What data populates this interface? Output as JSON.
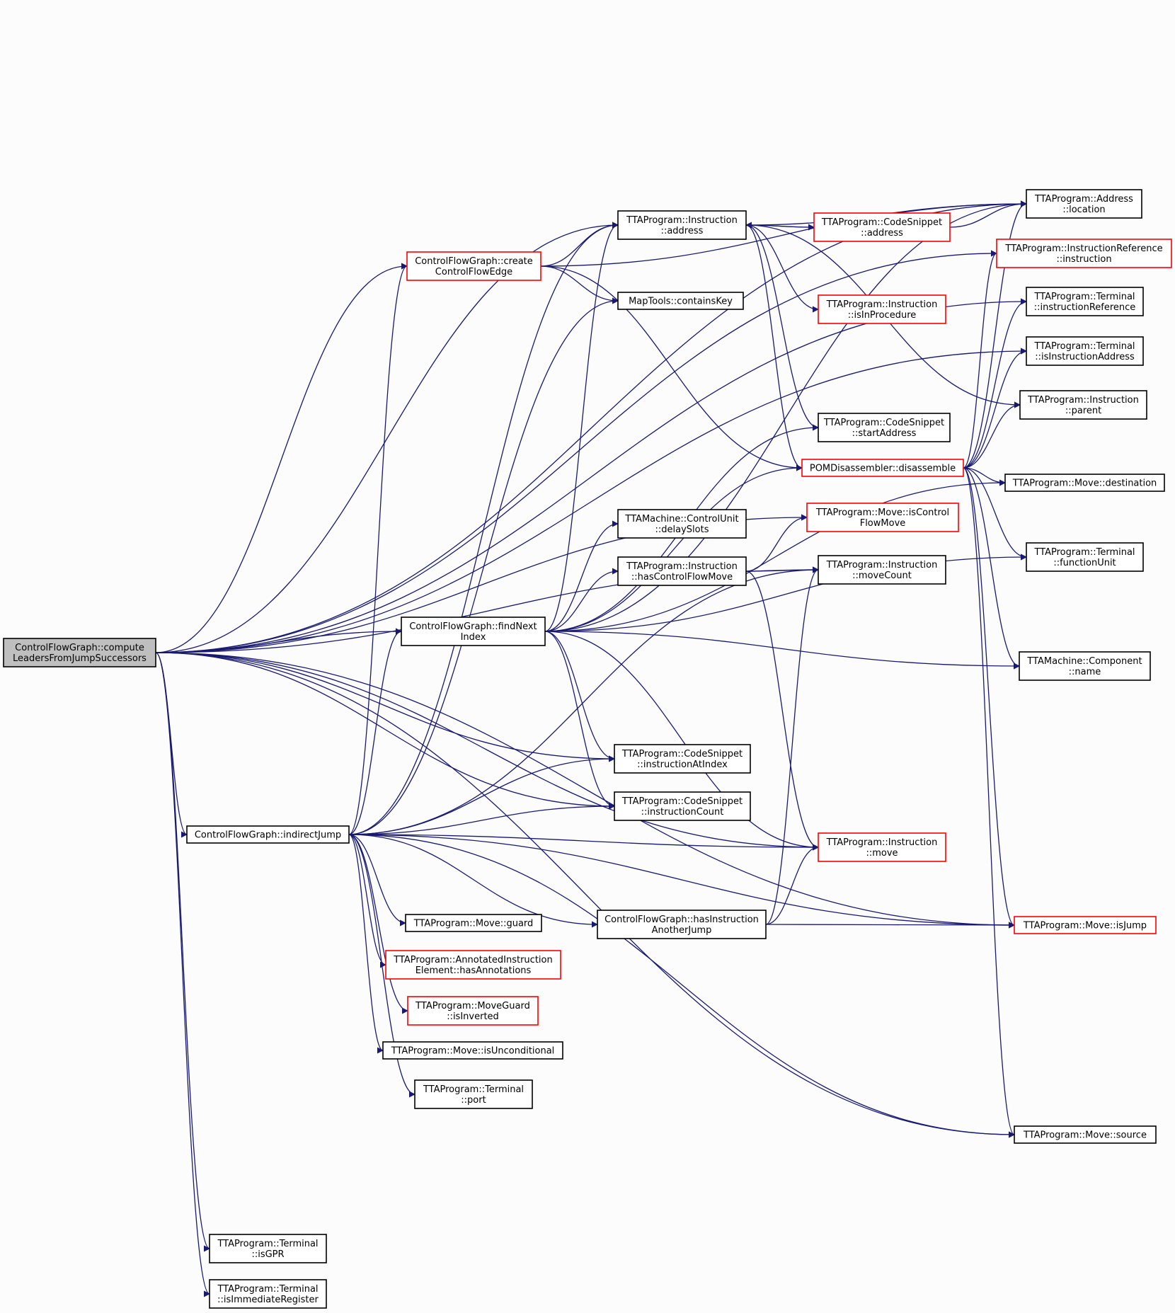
{
  "colors": {
    "background": "#fcfcfc",
    "edge": "#191970",
    "root_fill": "#bfbfbf",
    "node_fill": "#ffffff",
    "node_border": "#000000",
    "truncated_border": "#ff0000"
  },
  "nodes": [
    {
      "id": "root",
      "lines": [
        "ControlFlowGraph::compute",
        "LeadersFromJumpSuccessors"
      ],
      "style": "root"
    },
    {
      "id": "findNext",
      "lines": [
        "ControlFlowGraph::findNext",
        "Index"
      ],
      "style": "normal"
    },
    {
      "id": "createEdge",
      "lines": [
        "ControlFlowGraph::create",
        "ControlFlowEdge"
      ],
      "style": "truncated"
    },
    {
      "id": "indirectJump",
      "lines": [
        "ControlFlowGraph::indirectJump"
      ],
      "style": "normal"
    },
    {
      "id": "hasInstrJump",
      "lines": [
        "ControlFlowGraph::hasInstruction",
        "AnotherJump"
      ],
      "style": "normal"
    },
    {
      "id": "instrAddress",
      "lines": [
        "TTAProgram::Instruction",
        "::address"
      ],
      "style": "normal"
    },
    {
      "id": "containsKey",
      "lines": [
        "MapTools::containsKey"
      ],
      "style": "normal"
    },
    {
      "id": "delaySlots",
      "lines": [
        "TTAMachine::ControlUnit",
        "::delaySlots"
      ],
      "style": "normal"
    },
    {
      "id": "hasCFMove",
      "lines": [
        "TTAProgram::Instruction",
        "::hasControlFlowMove"
      ],
      "style": "normal"
    },
    {
      "id": "instrAtIndex",
      "lines": [
        "TTAProgram::CodeSnippet",
        "::instructionAtIndex"
      ],
      "style": "normal"
    },
    {
      "id": "instrCount",
      "lines": [
        "TTAProgram::CodeSnippet",
        "::instructionCount"
      ],
      "style": "normal"
    },
    {
      "id": "moveGuard",
      "lines": [
        "TTAProgram::Move::guard"
      ],
      "style": "normal"
    },
    {
      "id": "hasAnnotations",
      "lines": [
        "TTAProgram::AnnotatedInstruction",
        "Element::hasAnnotations"
      ],
      "style": "truncated"
    },
    {
      "id": "isInverted",
      "lines": [
        "TTAProgram::MoveGuard",
        "::isInverted"
      ],
      "style": "truncated"
    },
    {
      "id": "isUnconditional",
      "lines": [
        "TTAProgram::Move::isUnconditional"
      ],
      "style": "normal"
    },
    {
      "id": "port",
      "lines": [
        "TTAProgram::Terminal",
        "::port"
      ],
      "style": "normal"
    },
    {
      "id": "isGPR",
      "lines": [
        "TTAProgram::Terminal",
        "::isGPR"
      ],
      "style": "normal"
    },
    {
      "id": "isImmReg",
      "lines": [
        "TTAProgram::Terminal",
        "::isImmediateRegister"
      ],
      "style": "normal"
    },
    {
      "id": "csAddress",
      "lines": [
        "TTAProgram::CodeSnippet",
        "::address"
      ],
      "style": "truncated"
    },
    {
      "id": "isInProcedure",
      "lines": [
        "TTAProgram::Instruction",
        "::isInProcedure"
      ],
      "style": "truncated"
    },
    {
      "id": "startAddress",
      "lines": [
        "TTAProgram::CodeSnippet",
        "::startAddress"
      ],
      "style": "normal"
    },
    {
      "id": "disassemble",
      "lines": [
        "POMDisassembler::disassemble"
      ],
      "style": "truncated"
    },
    {
      "id": "isCFMove",
      "lines": [
        "TTAProgram::Move::isControl",
        "FlowMove"
      ],
      "style": "truncated"
    },
    {
      "id": "moveCount",
      "lines": [
        "TTAProgram::Instruction",
        "::moveCount"
      ],
      "style": "normal"
    },
    {
      "id": "instrMove",
      "lines": [
        "TTAProgram::Instruction",
        "::move"
      ],
      "style": "truncated"
    },
    {
      "id": "addrLocation",
      "lines": [
        "TTAProgram::Address",
        "::location"
      ],
      "style": "normal"
    },
    {
      "id": "instrRefInstr",
      "lines": [
        "TTAProgram::InstructionReference",
        "::instruction"
      ],
      "style": "truncated"
    },
    {
      "id": "termInstrRef",
      "lines": [
        "TTAProgram::Terminal",
        "::instructionReference"
      ],
      "style": "normal"
    },
    {
      "id": "termIsInstrAddr",
      "lines": [
        "TTAProgram::Terminal",
        "::isInstructionAddress"
      ],
      "style": "normal"
    },
    {
      "id": "instrParent",
      "lines": [
        "TTAProgram::Instruction",
        "::parent"
      ],
      "style": "normal"
    },
    {
      "id": "moveDest",
      "lines": [
        "TTAProgram::Move::destination"
      ],
      "style": "normal"
    },
    {
      "id": "termFU",
      "lines": [
        "TTAProgram::Terminal",
        "::functionUnit"
      ],
      "style": "normal"
    },
    {
      "id": "compName",
      "lines": [
        "TTAMachine::Component",
        "::name"
      ],
      "style": "normal"
    },
    {
      "id": "moveIsJump",
      "lines": [
        "TTAProgram::Move::isJump"
      ],
      "style": "truncated"
    },
    {
      "id": "moveSource",
      "lines": [
        "TTAProgram::Move::source"
      ],
      "style": "normal"
    }
  ],
  "edges": [
    [
      "root",
      "findNext"
    ],
    [
      "root",
      "createEdge"
    ],
    [
      "root",
      "indirectJump"
    ],
    [
      "root",
      "instrAddress"
    ],
    [
      "root",
      "addrLocation"
    ],
    [
      "root",
      "instrRefInstr"
    ],
    [
      "root",
      "termInstrRef"
    ],
    [
      "root",
      "termIsInstrAddr"
    ],
    [
      "root",
      "isCFMove"
    ],
    [
      "root",
      "moveCount"
    ],
    [
      "root",
      "instrAtIndex"
    ],
    [
      "root",
      "instrCount"
    ],
    [
      "root",
      "instrMove"
    ],
    [
      "root",
      "moveIsJump"
    ],
    [
      "root",
      "moveSource"
    ],
    [
      "root",
      "isGPR"
    ],
    [
      "root",
      "isImmReg"
    ],
    [
      "createEdge",
      "instrAddress"
    ],
    [
      "createEdge",
      "containsKey"
    ],
    [
      "createEdge",
      "addrLocation"
    ],
    [
      "createEdge",
      "disassemble"
    ],
    [
      "findNext",
      "instrAddress"
    ],
    [
      "findNext",
      "delaySlots"
    ],
    [
      "findNext",
      "hasCFMove"
    ],
    [
      "findNext",
      "instrAtIndex"
    ],
    [
      "findNext",
      "instrCount"
    ],
    [
      "findNext",
      "instrMove"
    ],
    [
      "findNext",
      "moveDest"
    ],
    [
      "findNext",
      "termFU"
    ],
    [
      "findNext",
      "compName"
    ],
    [
      "findNext",
      "startAddress"
    ],
    [
      "findNext",
      "disassemble"
    ],
    [
      "findNext",
      "addrLocation"
    ],
    [
      "indirectJump",
      "createEdge"
    ],
    [
      "indirectJump",
      "findNext"
    ],
    [
      "indirectJump",
      "instrAddress"
    ],
    [
      "indirectJump",
      "containsKey"
    ],
    [
      "indirectJump",
      "moveCount"
    ],
    [
      "indirectJump",
      "instrAtIndex"
    ],
    [
      "indirectJump",
      "instrCount"
    ],
    [
      "indirectJump",
      "instrMove"
    ],
    [
      "indirectJump",
      "hasInstrJump"
    ],
    [
      "indirectJump",
      "moveGuard"
    ],
    [
      "indirectJump",
      "hasAnnotations"
    ],
    [
      "indirectJump",
      "isInverted"
    ],
    [
      "indirectJump",
      "isUnconditional"
    ],
    [
      "indirectJump",
      "port"
    ],
    [
      "indirectJump",
      "moveSource"
    ],
    [
      "indirectJump",
      "moveIsJump"
    ],
    [
      "hasInstrJump",
      "instrMove"
    ],
    [
      "hasInstrJump",
      "moveCount"
    ],
    [
      "hasInstrJump",
      "moveIsJump"
    ],
    [
      "hasCFMove",
      "isCFMove"
    ],
    [
      "hasCFMove",
      "moveCount"
    ],
    [
      "hasCFMove",
      "instrMove"
    ],
    [
      "instrAddress",
      "csAddress"
    ],
    [
      "instrAddress",
      "isInProcedure"
    ],
    [
      "instrAddress",
      "startAddress"
    ],
    [
      "instrAddress",
      "disassemble"
    ],
    [
      "instrAddress",
      "addrLocation"
    ],
    [
      "instrAddress",
      "instrParent"
    ],
    [
      "csAddress",
      "instrAddress"
    ],
    [
      "csAddress",
      "addrLocation"
    ],
    [
      "disassemble",
      "addrLocation"
    ],
    [
      "disassemble",
      "instrRefInstr"
    ],
    [
      "disassemble",
      "termInstrRef"
    ],
    [
      "disassemble",
      "termIsInstrAddr"
    ],
    [
      "disassemble",
      "instrParent"
    ],
    [
      "disassemble",
      "moveDest"
    ],
    [
      "disassemble",
      "termFU"
    ],
    [
      "disassemble",
      "compName"
    ],
    [
      "disassemble",
      "moveIsJump"
    ],
    [
      "disassemble",
      "moveSource"
    ]
  ]
}
